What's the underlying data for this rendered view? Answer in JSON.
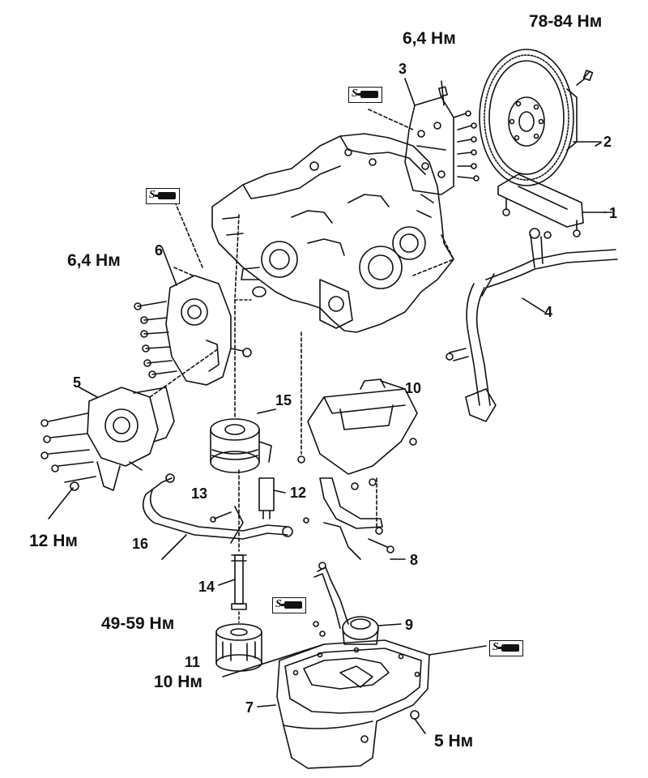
{
  "labels": {
    "n1": "1",
    "n2": "2",
    "n3": "3",
    "n4": "4",
    "n5": "5",
    "n6": "6",
    "n7": "7",
    "n8": "8",
    "n9": "9",
    "n10": "10",
    "n11": "11",
    "n12": "12",
    "n13": "13",
    "n14": "14",
    "n15": "15",
    "n16": "16"
  },
  "torques": {
    "t_flywheel": "78-84 Нм",
    "t_cover_top": "6,4 Нм",
    "t_cover_left": "6,4 Нм",
    "t_pump": "12 Нм",
    "t_filter": "49-59 Нм",
    "t_pan_bolts": "10 Нм",
    "t_pan_drain": "5 Нм"
  },
  "sealant_symbol": {
    "letter": "S"
  }
}
